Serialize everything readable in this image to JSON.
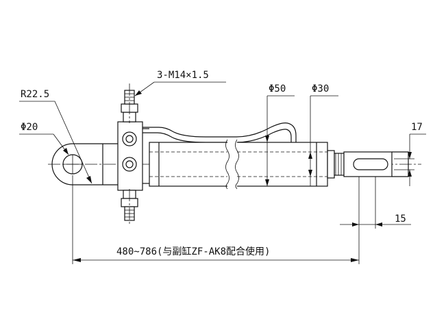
{
  "labels": {
    "thread": "3-M14×1.5",
    "radius": "R22.5",
    "pin_dia": "Φ20",
    "bore_dia": "Φ50",
    "rod_dia": "Φ30",
    "slot_width": "17",
    "slot_offset": "15",
    "stroke_length": "480~786(与副缸ZF-AK8配合使用)"
  }
}
